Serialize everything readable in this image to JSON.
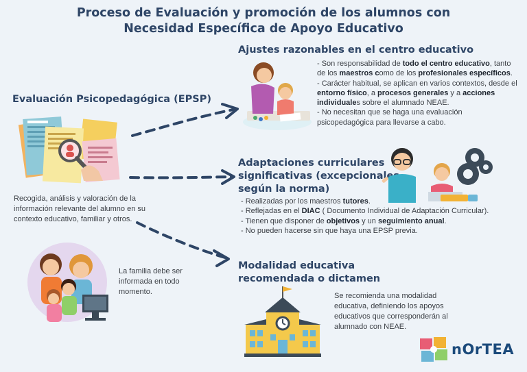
{
  "title": {
    "line1": "Proceso de Evaluación y  promoción de los alumnos con",
    "line2": "Necesidad Específica de Apoyo Educativo"
  },
  "epsp": {
    "heading": "Evaluación Psicopedagógica (EPSP)",
    "description": "Recogida, análisis y valoración de la información relevante del alumno en su contexto educativo, familiar y otros."
  },
  "familia": {
    "text": "La familia debe ser informada en todo momento."
  },
  "ajustes": {
    "heading": "Ajustes razonables en el centro educativo",
    "b1": {
      "t1": "- Son responsabilidad de ",
      "s1": "todo el centro educativo",
      "t2": ", tanto de los ",
      "s2": "maestros c",
      "t3": "omo de los ",
      "s3": "profesionales específicos",
      "t4": "."
    },
    "b2": {
      "t1": "- Carácter habitual, se aplican en varios contextos, desde el ",
      "s1": "entorno físico",
      "t2": ", a ",
      "s2": "procesos generales",
      "t3": " y a ",
      "s3": "acciones individuale",
      "t4": "s sobre el alumnado NEAE."
    },
    "b3": {
      "t1": "- No necesitan que se haga una evaluación psicopedagógica para llevarse a cabo."
    }
  },
  "adaptaciones": {
    "heading_line1": "Adaptaciones curriculares",
    "heading_line2": "significativas (excepcionales",
    "heading_line3": "según la norma)",
    "b1": {
      "t1": "- Realizadas por los maestros ",
      "s1": "tutores",
      "t2": "."
    },
    "b2": {
      "t1": "- Reflejadas en el ",
      "s1": "DIAC",
      "t2": " ( Documento Individual de Adaptación Curricular)."
    },
    "b3": {
      "t1": "- Tienen que disponer de ",
      "s1": "objetivos",
      "t2": " y un ",
      "s2": "seguimiento anual",
      "t3": "."
    },
    "b4": {
      "t1": "- No pueden hacerse sin que haya una EPSP previa."
    }
  },
  "modalidad": {
    "heading_line1": "Modalidad educativa",
    "heading_line2": "recomendada o dictamen",
    "text": "Se recomienda una modalidad educativa, definiendo los apoyos educativos que corresponderán al alumnado con NEAE."
  },
  "logo": {
    "text": "nOrTEA"
  },
  "icons": [
    "documents-magnifier",
    "mother-child-drawing",
    "teacher-boy",
    "student-gears",
    "family-computer",
    "school-building",
    "puzzle-logo"
  ],
  "colors": {
    "title": "#2e4566",
    "arrow": "#2e4566",
    "background": "#eef3f8",
    "logo": "#1b4a7b"
  }
}
